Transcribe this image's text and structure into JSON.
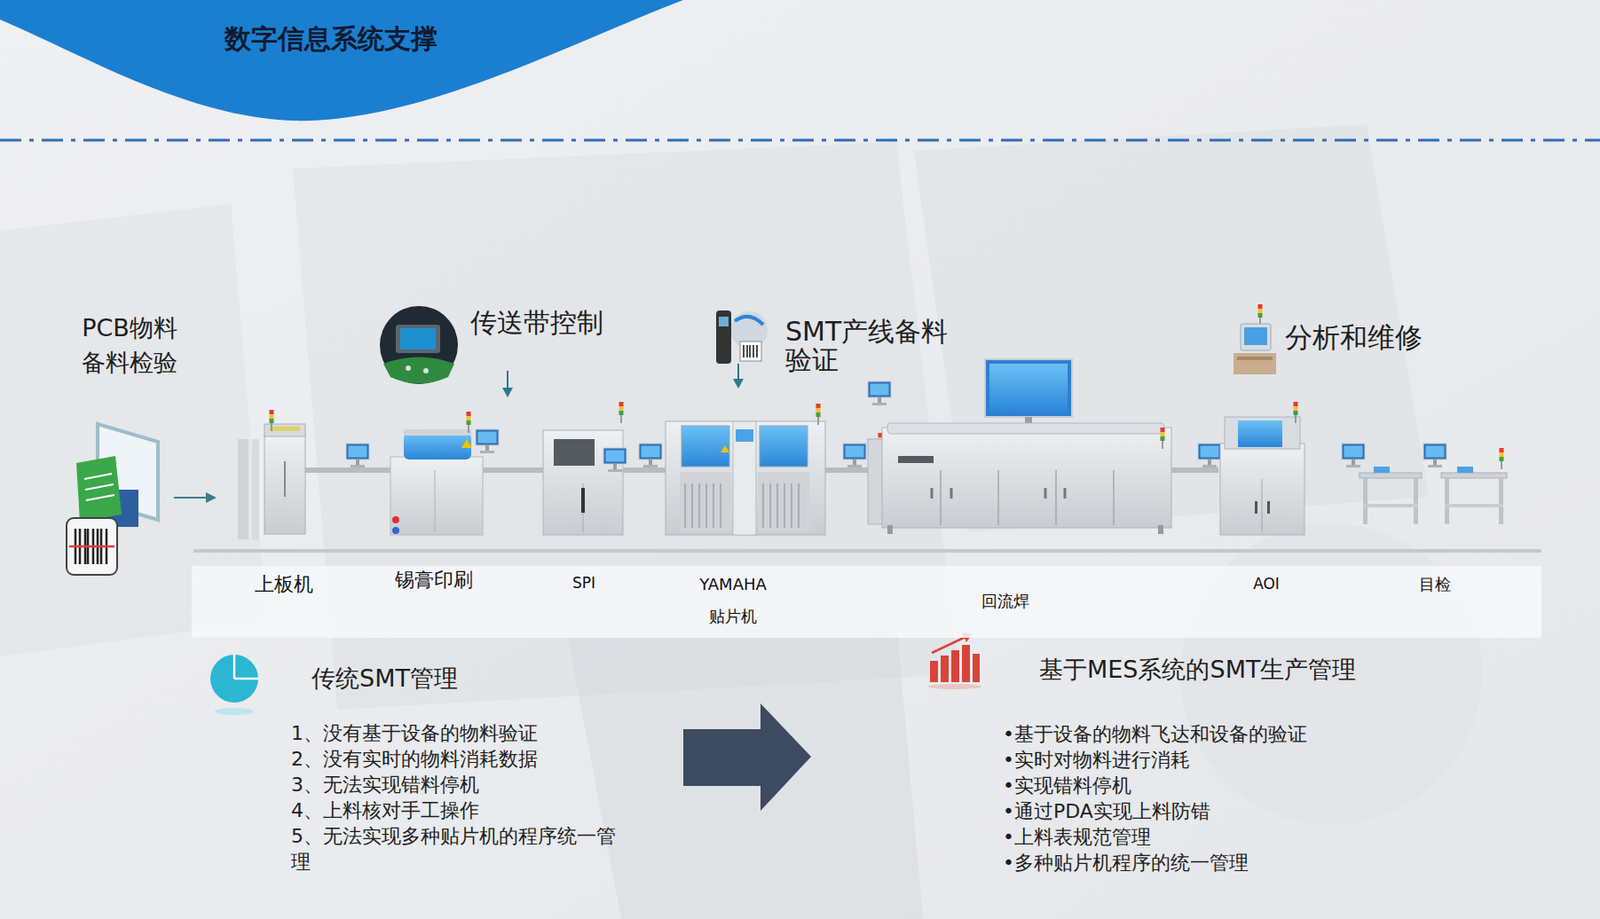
{
  "diagram": {
    "title": "数字信息系统支撑",
    "nodes": [
      {
        "text": [
          "上板机",
          "锡膏印刷",
          "SPI",
          "YAMAHA 贴片机",
          "回流焊",
          "AOI",
          "目检"
        ]
      }
    ],
    "labels": [
      "PCB物料 备料检验",
      "传送带控制",
      "SMT产线备料 验证",
      "分析和维修",
      "传统SMT管理",
      "1、没有基于设备的物料验证",
      "2、没有实时的物料消耗数据",
      "3、无法实现错料停机",
      "4、上料核对手工操作",
      "5、无法实现多种贴片机的程序统一管理",
      "基于MES系统的SMT生产管理",
      "•基于设备的物料飞达和设备的验证",
      "•实时对物料进行消耗",
      "•实现错料停机",
      "•通过PDA实现上料防错",
      "•上料表规范管理",
      "•多种贴片机程序的统一管理"
    ]
  }
}
